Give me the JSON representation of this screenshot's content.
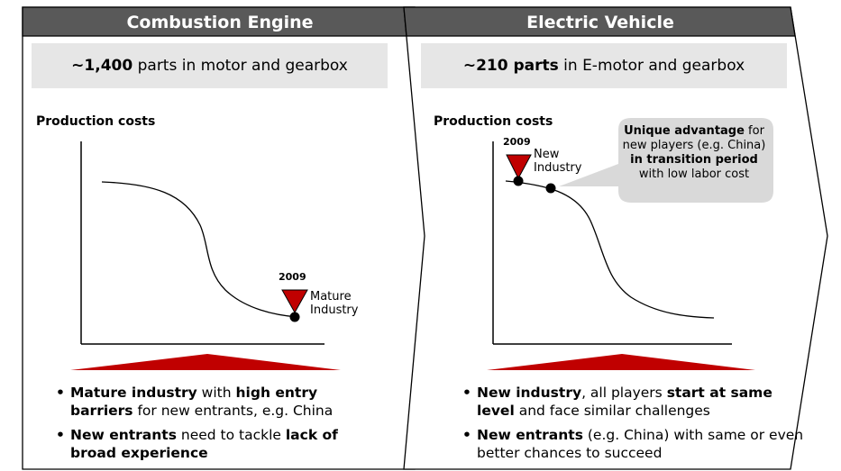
{
  "left": {
    "title": "Combustion Engine",
    "parts_prefix": "~1,400",
    "parts_suffix": " parts in motor and gearbox",
    "production_costs": "Production costs",
    "year": "2009",
    "marker_label_1": "Mature",
    "marker_label_2": "Industry",
    "bullets": [
      {
        "b1": "Mature industry",
        "t1": " with ",
        "b2": "high entry barriers",
        "t2": " for new entrants, e.g. China"
      },
      {
        "b1": "New entrants",
        "t1": " need to tackle ",
        "b2": "lack of broad experience",
        "t2": ""
      }
    ]
  },
  "right": {
    "title": "Electric Vehicle",
    "parts_prefix": "~210 parts",
    "parts_suffix": " in E-motor and gearbox",
    "production_costs": "Production costs",
    "year": "2009",
    "marker_label_1": "New",
    "marker_label_2": "Industry",
    "callout": {
      "b1": "Unique advantage",
      "t1": " for new players (e.g. China) ",
      "b2": "in transition period",
      "t2": " with low labor cost"
    },
    "bullets": [
      {
        "b1": "New industry",
        "t1": ", all players ",
        "b2": "start at same level",
        "t2": " and face similar challenges"
      },
      {
        "b1": "New entrants",
        "t1": " (e.g. China) with same or even better chances to succeed",
        "b2": "",
        "t2": ""
      }
    ]
  },
  "colors": {
    "header": "#595959",
    "marker": "#c00000",
    "panel": "#e6e6e6",
    "bubble": "#d9d9d9"
  }
}
